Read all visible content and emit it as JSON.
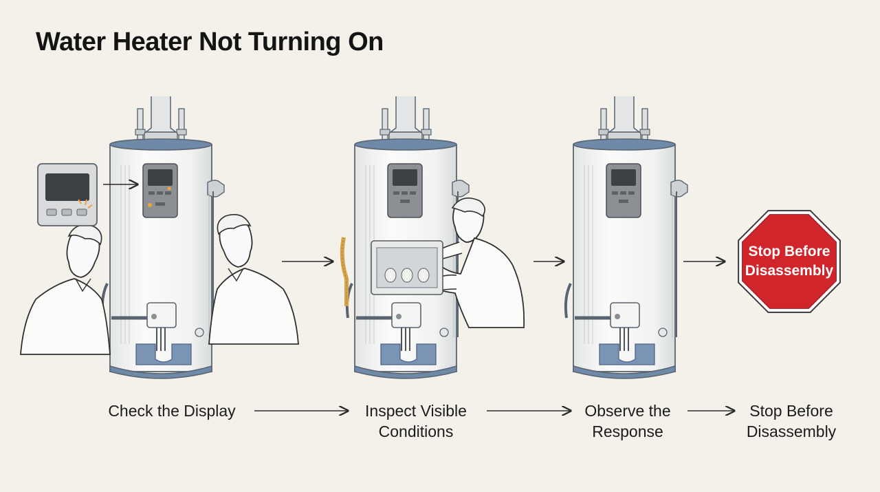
{
  "page": {
    "title": "Water Heater Not Turning On"
  },
  "steps": [
    {
      "lines": [
        "Check the Display"
      ]
    },
    {
      "lines": [
        "Inspect Visible",
        "Conditions"
      ]
    },
    {
      "lines": [
        "Observe the",
        "Response"
      ]
    },
    {
      "lines": [
        "Stop Before",
        "Disassembly"
      ]
    }
  ],
  "stop_sign": {
    "lines": [
      "Stop Before",
      "Disassembly"
    ]
  },
  "colors": {
    "background": "#f3f1ea",
    "tank": "#f7f7f5",
    "tank_outline": "#5a6470",
    "tank_cap": "#6f8aa8",
    "panel": "#8c9094",
    "screen": "#3d4145",
    "base_pad": "#7b93b5",
    "stop_red": "#d0262b",
    "spark": "#f2a33a",
    "flex_pipe": "#d4a24a",
    "ink": "#1b1b1b"
  },
  "icons": [
    "water-heater-icon",
    "control-panel-icon",
    "person-icon",
    "stop-sign-icon",
    "arrow-right-icon"
  ]
}
